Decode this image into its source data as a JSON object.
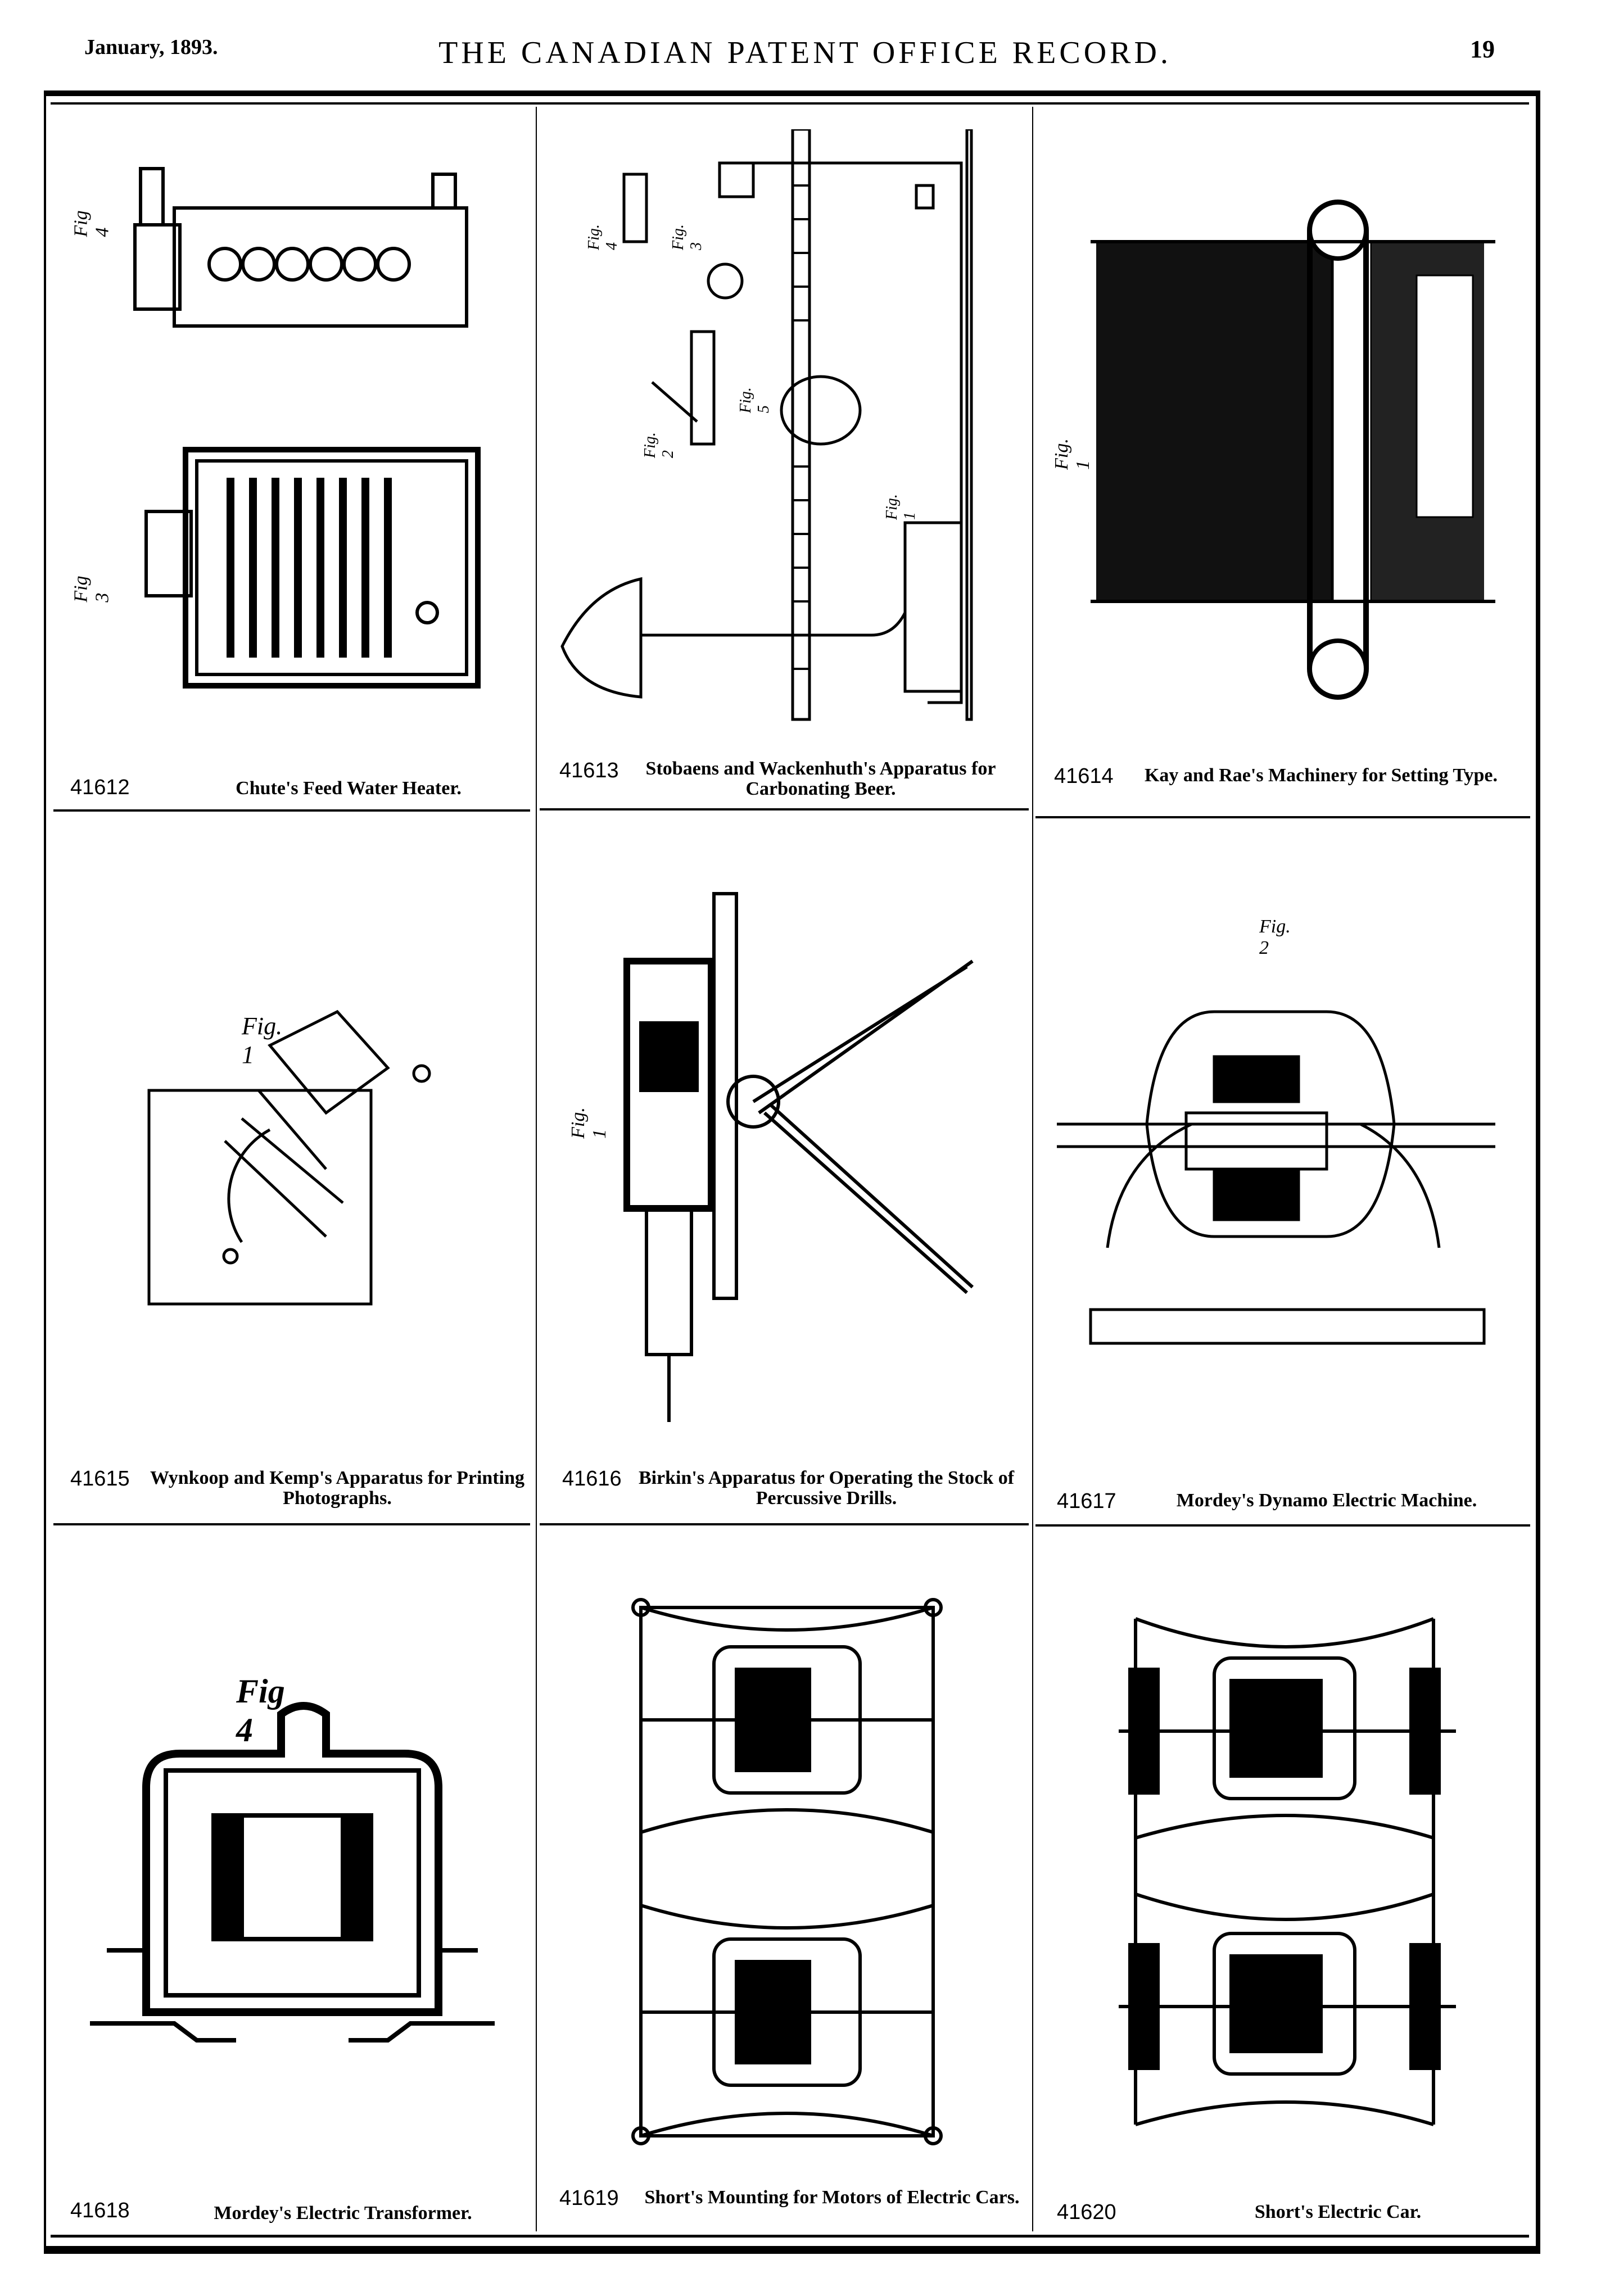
{
  "header": {
    "date": "January, 1893.",
    "title": "THE CANADIAN PATENT OFFICE RECORD.",
    "page": "19"
  },
  "patents": [
    {
      "number": "41612",
      "title": "Chute's Feed Water Heater.",
      "figures": [
        "Fig 4",
        "Fig 3"
      ]
    },
    {
      "number": "41613",
      "title": "Stobaens and Wackenhuth's Apparatus for Carbonating Beer.",
      "figures": [
        "Fig. 4",
        "Fig. 3",
        "Fig. 2",
        "Fig. 5",
        "Fig. 1"
      ]
    },
    {
      "number": "41614",
      "title": "Kay and Rae's Machinery for Setting Type.",
      "figures": [
        "Fig. 1"
      ]
    },
    {
      "number": "41615",
      "title": "Wynkoop and Kemp's Apparatus for Printing Photographs.",
      "figures": [
        "Fig. 1"
      ]
    },
    {
      "number": "41616",
      "title": "Birkin's Apparatus for Operating the Stock of Percussive Drills.",
      "figures": [
        "Fig. 1"
      ]
    },
    {
      "number": "41617",
      "title": "Mordey's Dynamo Electric Machine.",
      "figures": [
        "Fig. 2"
      ]
    },
    {
      "number": "41618",
      "title": "Mordey's Electric Transformer.",
      "figures": [
        "Fig 4"
      ]
    },
    {
      "number": "41619",
      "title": "Short's Mounting for Motors of Electric Cars.",
      "figures": []
    },
    {
      "number": "41620",
      "title": "Short's Electric Car.",
      "figures": []
    }
  ]
}
